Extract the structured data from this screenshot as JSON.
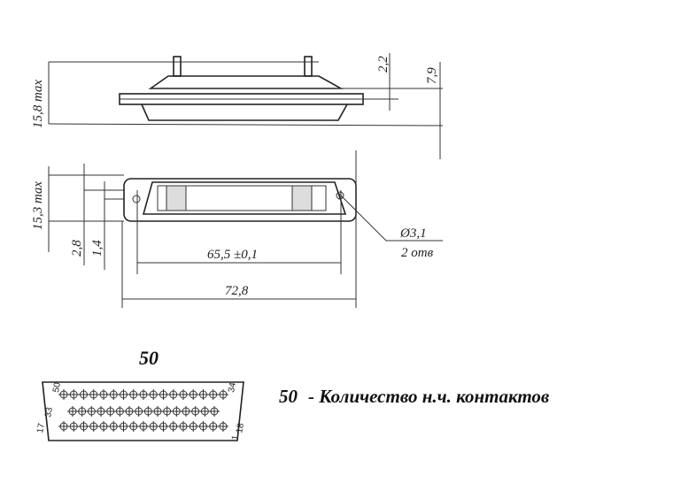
{
  "side_view": {
    "height_label": "15,8 max",
    "pin_offset_label": "2,2",
    "flange_height_label": "7,9"
  },
  "front_view": {
    "height_label": "15,3 max",
    "dim_a_label": "2,8",
    "dim_b_label": "1,4",
    "hole_spacing_label": "65,5 ±0,1",
    "overall_width_label": "72,8",
    "hole_diameter_label": "Ø3,1",
    "hole_count_label": "2 отв"
  },
  "pinout": {
    "title": "50",
    "pin_labels": {
      "p1": "1",
      "p17": "17",
      "p18": "18",
      "p33": "33",
      "p34": "34",
      "p50": "50"
    },
    "rows": [
      17,
      16,
      17
    ]
  },
  "legend": {
    "number": "50",
    "text": "- Количество н.ч. контактов"
  }
}
